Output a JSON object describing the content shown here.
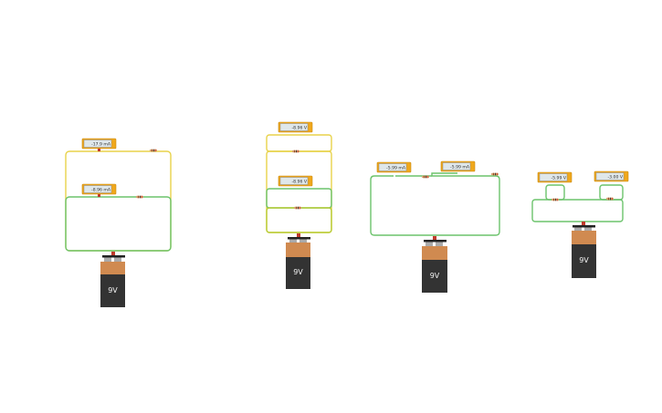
{
  "colors": {
    "wire_yellow": "#e8d24a",
    "wire_green": "#6cc36c",
    "meter": "#f0a81c",
    "battery_top": "#d08a50",
    "battery_body": "#333333"
  },
  "circuits": [
    {
      "meters": [
        {
          "reading": "-17.9 mA"
        },
        {
          "reading": "-8.96 mA"
        }
      ],
      "battery": {
        "label": "9V"
      }
    },
    {
      "meters": [
        {
          "reading": "-8.96 V"
        },
        {
          "reading": "-8.96 V"
        }
      ],
      "battery": {
        "label": "9V"
      }
    },
    {
      "meters": [
        {
          "reading": "-5.99 mA"
        },
        {
          "reading": "-5.99 mA"
        }
      ],
      "battery": {
        "label": "9V"
      }
    },
    {
      "meters": [
        {
          "reading": "-5.99 V"
        },
        {
          "reading": "-3.00 V"
        }
      ],
      "battery": {
        "label": "9V"
      }
    }
  ]
}
